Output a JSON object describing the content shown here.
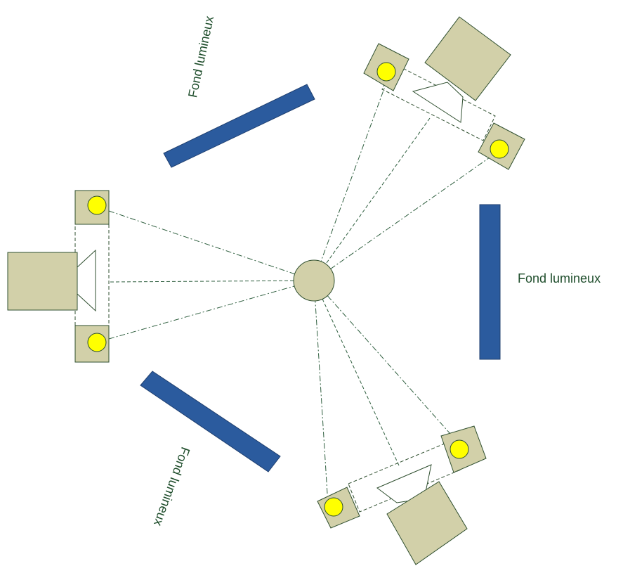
{
  "labels": {
    "backdrop_top": "Fond lumineux",
    "backdrop_right": "Fond lumineux",
    "backdrop_bottom": "Fond lumineux"
  },
  "colors": {
    "backdrop": "#2B5B9E",
    "unit_fill": "#D2D0A9",
    "light": "#FFFF00",
    "outline": "#2F4F2F",
    "label_text": "#1E4D2B",
    "ray": "#2F5F3F"
  }
}
